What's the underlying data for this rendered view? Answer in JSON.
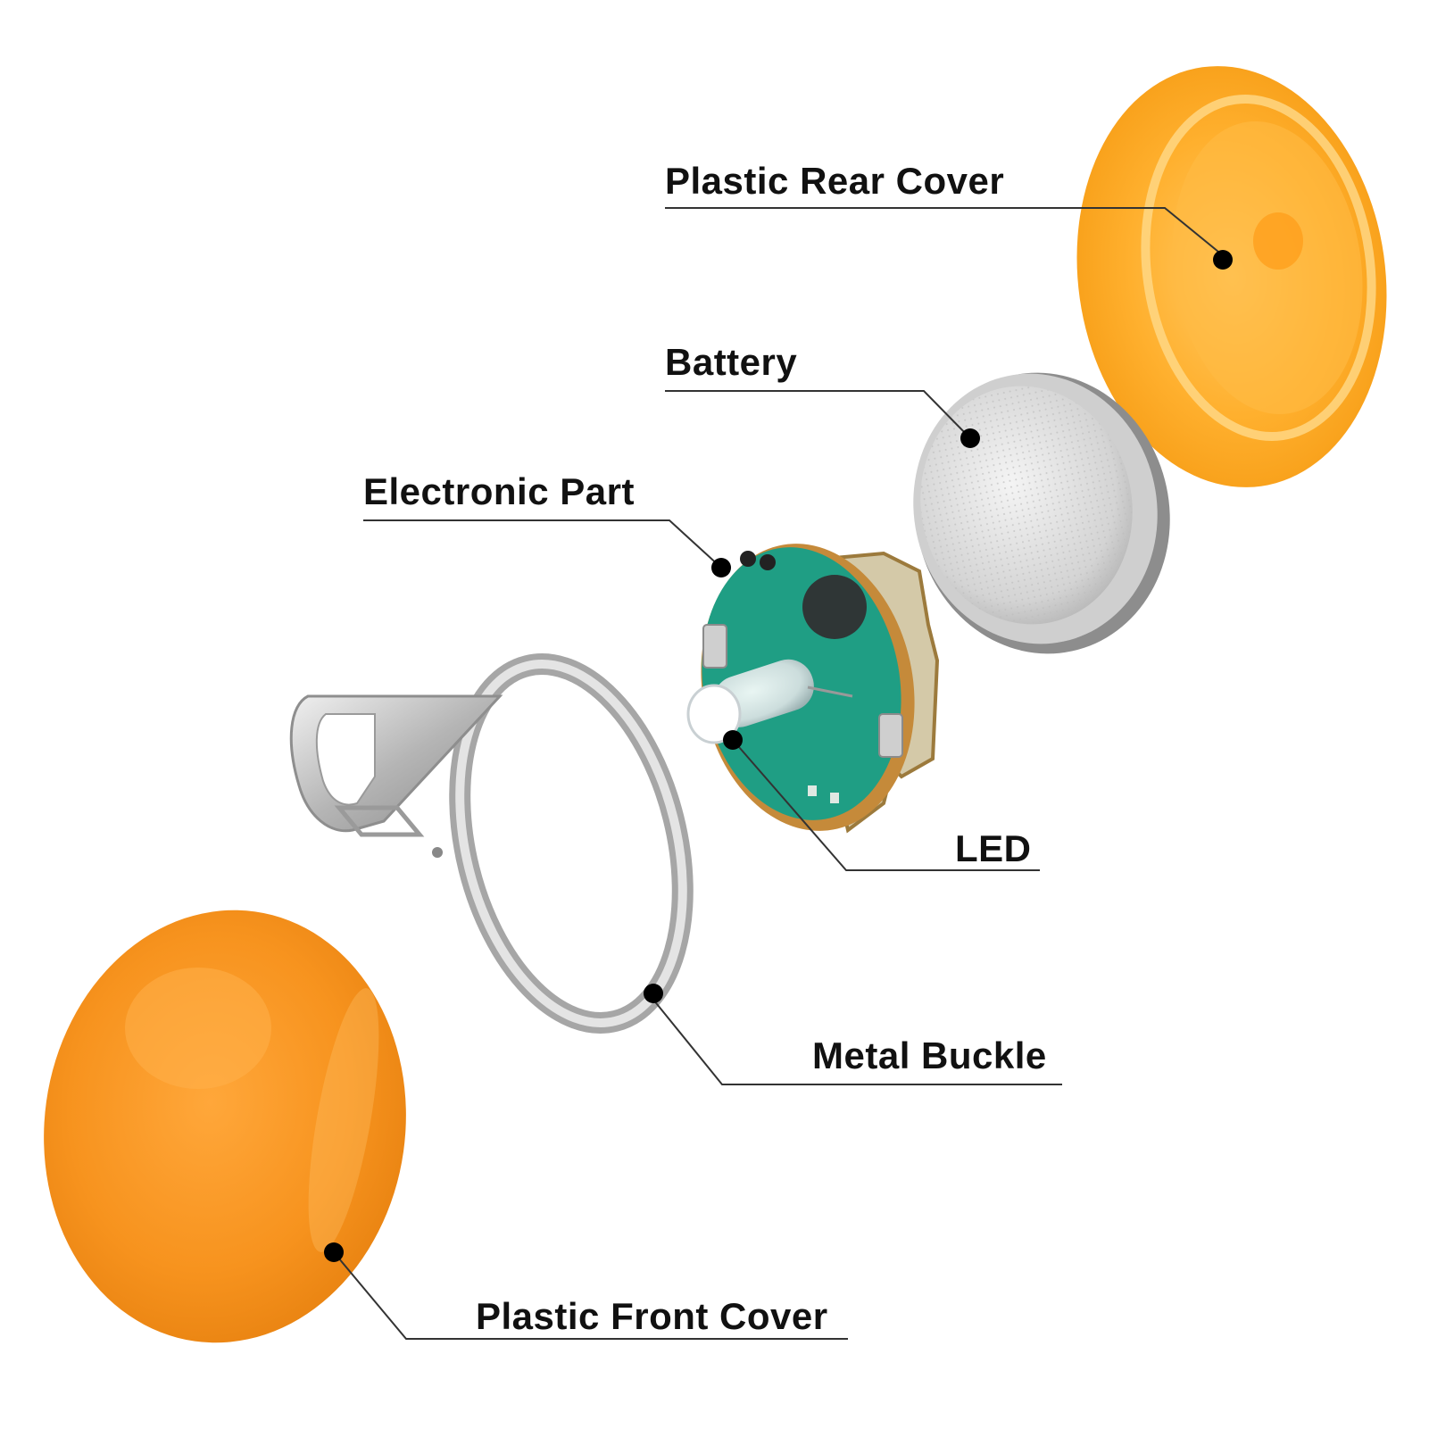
{
  "colors": {
    "background": "#ffffff",
    "label_text": "#111111",
    "leader_line": "#333333",
    "marker_dot": "#000000",
    "orange_light": "#ffb23a",
    "orange_mid": "#f7931e",
    "orange_dark": "#e07a0a",
    "metal_light": "#e8e8e8",
    "metal_mid": "#b8b8b8",
    "metal_dark": "#7a7a7a",
    "pcb_green": "#1f9e84",
    "pcb_copper": "#c8944a"
  },
  "callouts": [
    {
      "id": "rear",
      "label": "Plastic Rear Cover"
    },
    {
      "id": "battery",
      "label": "Battery"
    },
    {
      "id": "electronic",
      "label": "Electronic Part"
    },
    {
      "id": "led",
      "label": "LED"
    },
    {
      "id": "buckle",
      "label": "Metal Buckle"
    },
    {
      "id": "front",
      "label": "Plastic Front Cover"
    }
  ]
}
